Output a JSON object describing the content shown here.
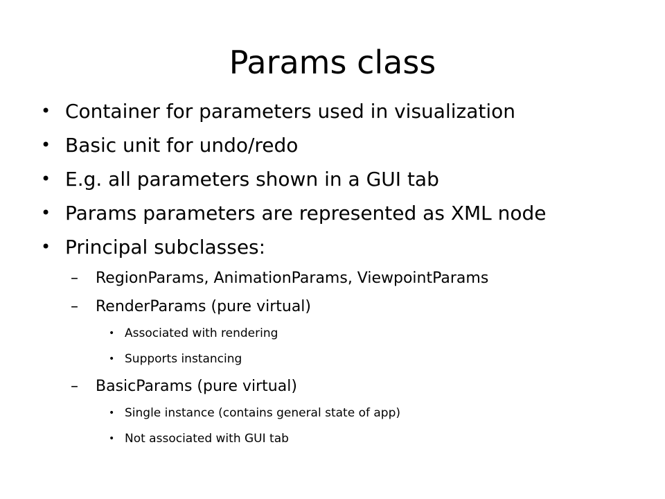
{
  "slide": {
    "title": "Params class",
    "bullet_glyph": "•",
    "dash_glyph": "–",
    "items": [
      {
        "text": "Container for parameters used in visualization"
      },
      {
        "text": "Basic unit for undo/redo"
      },
      {
        "text": "E.g. all parameters shown in a GUI tab"
      },
      {
        "text": "Params parameters are represented as XML node"
      },
      {
        "text": "Principal subclasses:"
      }
    ],
    "subitems": [
      {
        "text": "RegionParams, AnimationParams, ViewpointParams"
      },
      {
        "text": "RenderParams (pure virtual)"
      },
      {
        "text": "BasicParams (pure virtual)"
      }
    ],
    "render_subitems": [
      {
        "text": "Associated with rendering"
      },
      {
        "text": "Supports instancing"
      }
    ],
    "basic_subitems": [
      {
        "text": "Single instance (contains general state of app)"
      },
      {
        "text": "Not associated with GUI tab"
      }
    ]
  }
}
